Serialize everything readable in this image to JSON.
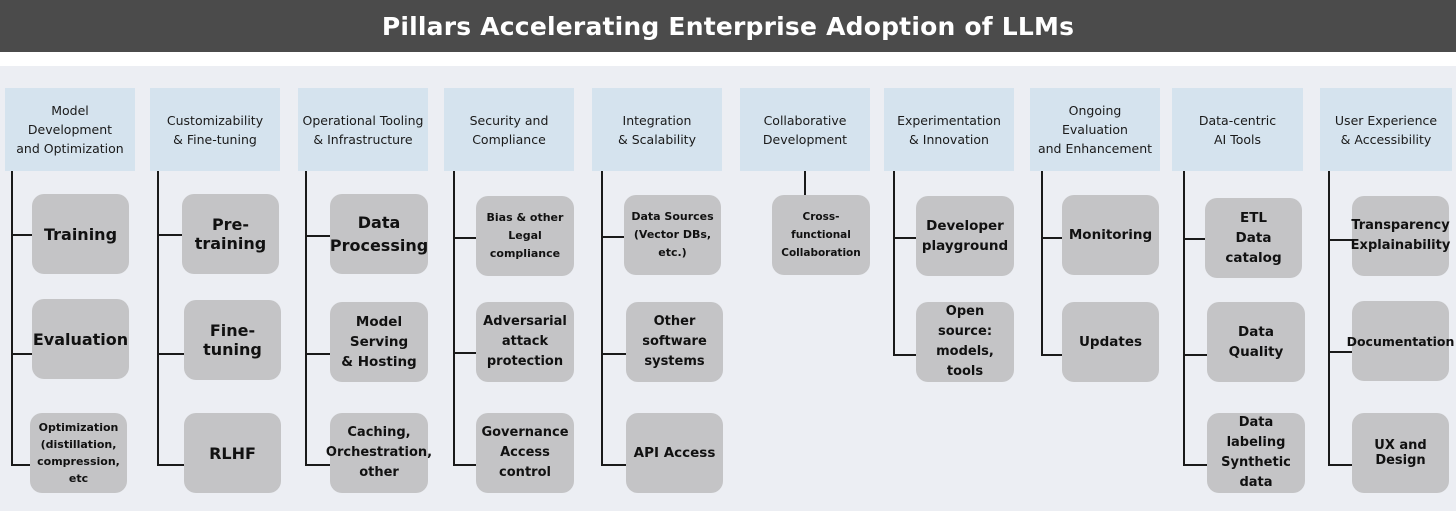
{
  "title": "Pillars Accelerating Enterprise Adoption of LLMs",
  "pillars": [
    {
      "header": "Model Development\nand Optimization",
      "items": [
        "Training",
        "Evaluation",
        "Optimization\n(distillation,\ncompression, etc"
      ]
    },
    {
      "header": "Customizability\n& Fine-tuning",
      "items": [
        "Pre-training",
        "Fine-tuning",
        "RLHF"
      ]
    },
    {
      "header": "Operational Tooling\n& Infrastructure",
      "items": [
        "Data\nProcessing",
        "Model Serving\n& Hosting",
        "Caching,\nOrchestration,\nother"
      ]
    },
    {
      "header": "Security and\nCompliance",
      "items": [
        "Bias & other\nLegal compliance",
        "Adversarial\nattack\nprotection",
        "Governance\nAccess control"
      ]
    },
    {
      "header": "Integration\n& Scalability",
      "items": [
        "Data Sources\n(Vector DBs, etc.)",
        "Other software\nsystems",
        "API Access"
      ]
    },
    {
      "header": "Collaborative\nDevelopment",
      "items": [
        "Cross-functional\nCollaboration"
      ]
    },
    {
      "header": "Experimentation\n& Innovation",
      "items": [
        "Developer\nplayground",
        "Open source:\nmodels, tools"
      ]
    },
    {
      "header": "Ongoing Evaluation\nand Enhancement",
      "items": [
        "Monitoring",
        "Updates"
      ]
    },
    {
      "header": "Data-centric\nAI Tools",
      "items": [
        "ETL\nData catalog",
        "Data\nQuality",
        "Data labeling\nSynthetic data"
      ]
    },
    {
      "header": "User Experience\n& Accessibility",
      "items": [
        "Transparency\nExplainability",
        "Documentation",
        "UX and Design"
      ]
    }
  ]
}
